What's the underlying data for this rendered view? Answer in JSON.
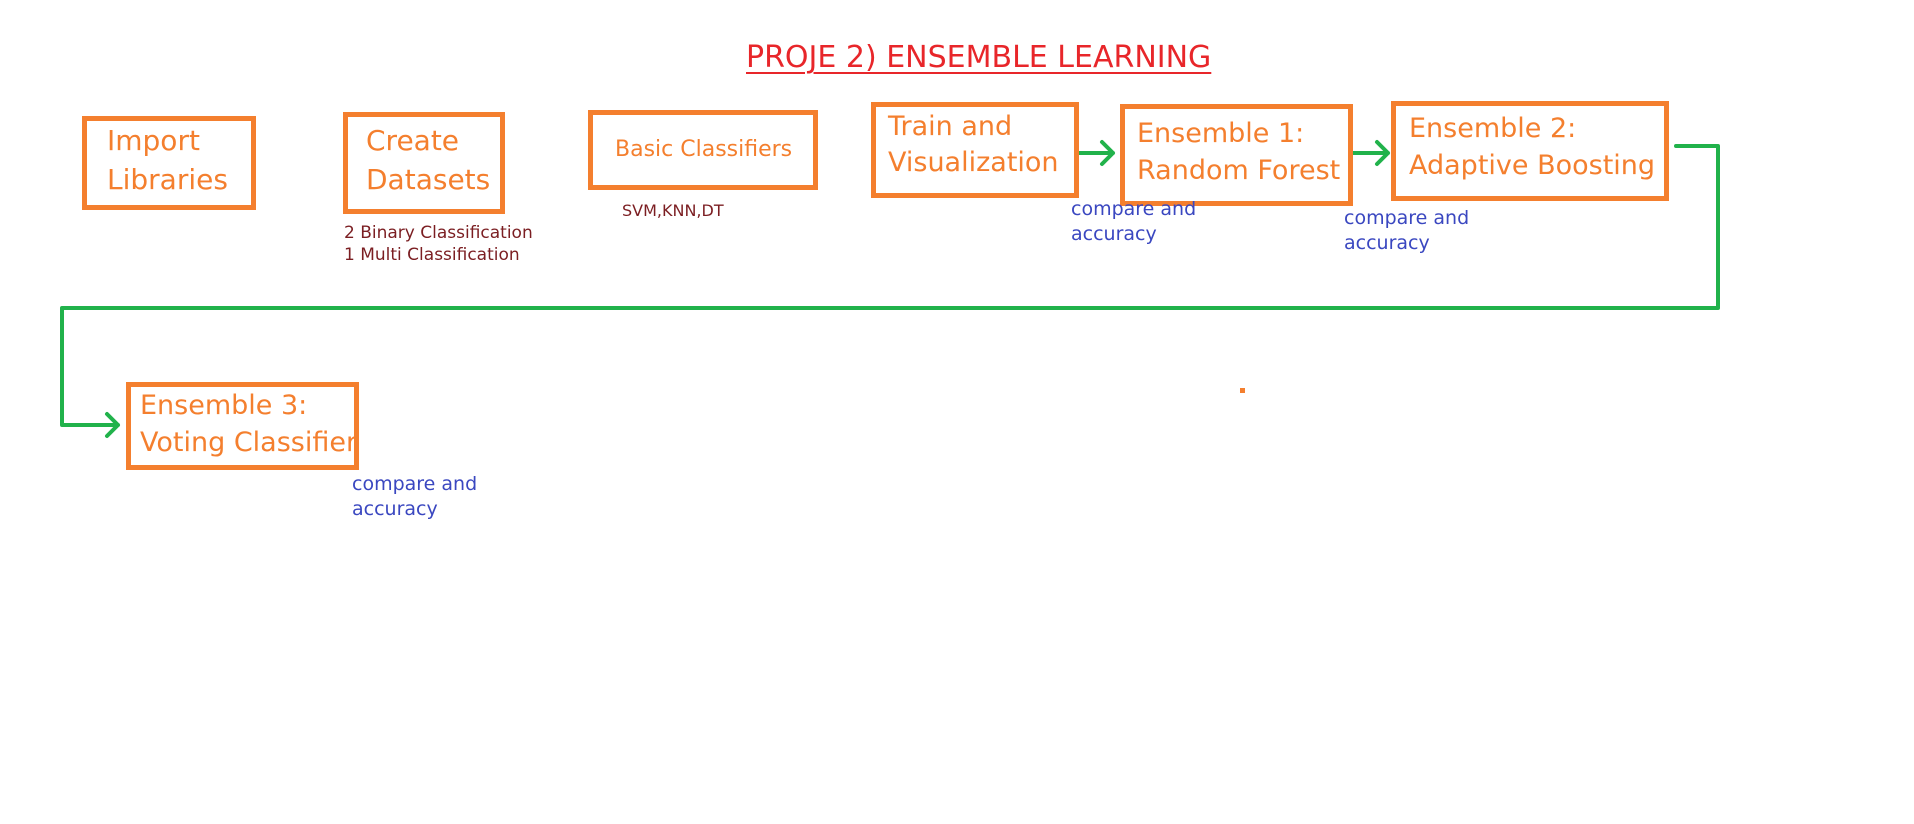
{
  "diagram": {
    "title": "PROJE 2) ENSEMBLE LEARNING",
    "nodes": {
      "import_libraries": {
        "lines": [
          "Import",
          "Libraries"
        ]
      },
      "create_datasets": {
        "lines": [
          "Create",
          "Datasets"
        ]
      },
      "basic_classifiers": {
        "lines": [
          "Basic Classifiers"
        ]
      },
      "train_visualization": {
        "lines": [
          "Train and",
          "Visualization"
        ]
      },
      "ensemble1": {
        "lines": [
          "Ensemble 1:",
          "Random Forest"
        ]
      },
      "ensemble2": {
        "lines": [
          "Ensemble 2:",
          "Adaptive Boosting"
        ]
      },
      "ensemble3": {
        "lines": [
          "Ensemble 3:",
          "Voting Classifier"
        ]
      }
    },
    "notes": {
      "datasets": [
        "2 Binary Classification",
        "1 Multi Classification"
      ],
      "classifiers": [
        "SVM,KNN,DT"
      ],
      "ensemble1": [
        "compare and",
        "accuracy"
      ],
      "ensemble2": [
        "compare and",
        "accuracy"
      ],
      "ensemble3": [
        "compare and",
        "accuracy"
      ]
    },
    "colors": {
      "title": "#e8262a",
      "box_border": "#f47f2e",
      "box_text": "#f47f2e",
      "arrow": "#21b24b",
      "note_dark": "#7b1e22",
      "note_blue": "#3a47c0"
    }
  }
}
